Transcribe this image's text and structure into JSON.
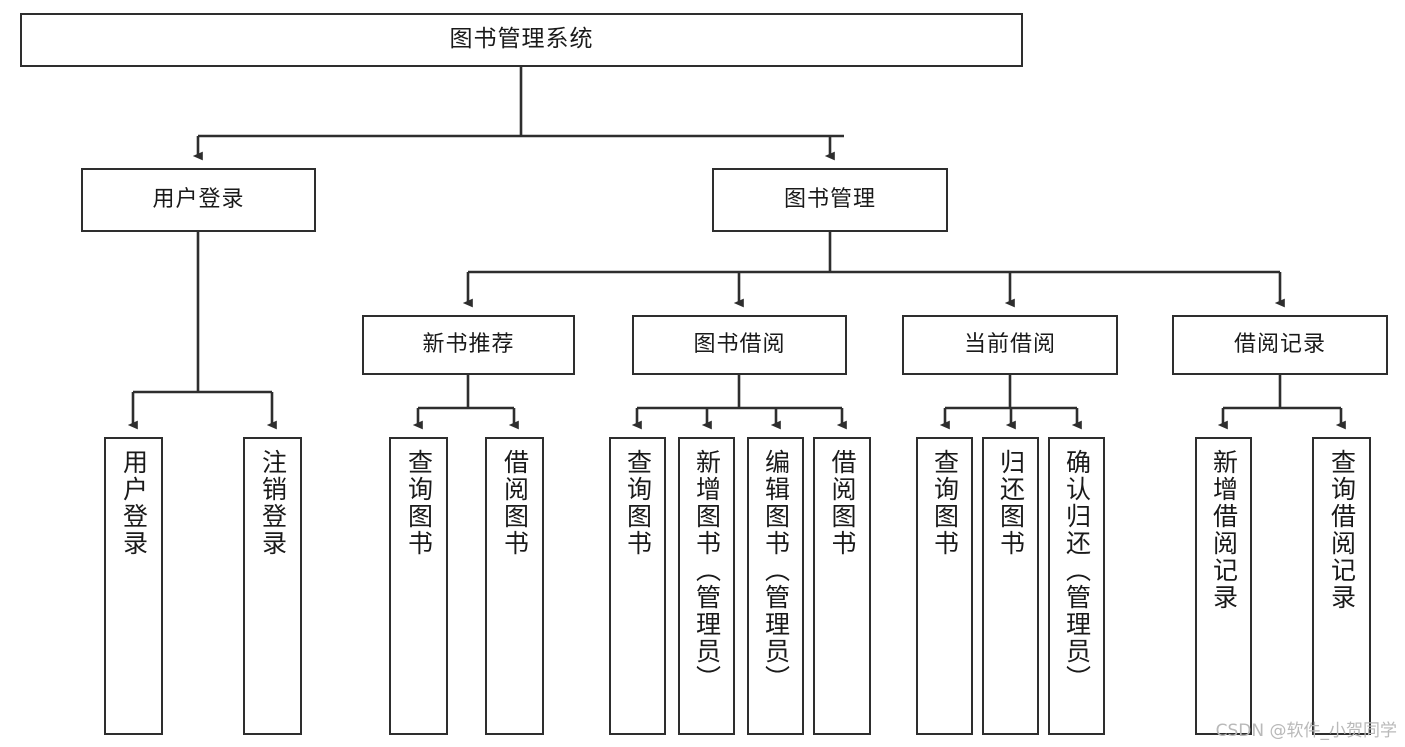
{
  "diagram": {
    "type": "tree",
    "title_node": "图书管理系统",
    "watermark": "CSDN @软件_小贺同学",
    "style": {
      "box_stroke": "#2e2e2e",
      "box_fill": "#ffffff",
      "line_color": "#333333",
      "text_color": "#1a1a1a",
      "watermark_color": "#b9b9b9"
    },
    "nodes": {
      "root": {
        "label": "图书管理系统"
      },
      "login": {
        "label": "用户登录"
      },
      "bookmgmt": {
        "label": "图书管理"
      },
      "newbooks": {
        "label": "新书推荐"
      },
      "borrow": {
        "label": "图书借阅"
      },
      "current": {
        "label": "当前借阅"
      },
      "records": {
        "label": "借阅记录"
      },
      "leaf_login_1": {
        "label": "用户登录"
      },
      "leaf_login_2": {
        "label": "注销登录"
      },
      "leaf_new_1": {
        "label": "查询图书"
      },
      "leaf_new_2": {
        "label": "借阅图书"
      },
      "leaf_borrow_1": {
        "label": "查询图书"
      },
      "leaf_borrow_2": {
        "label": "新增图书（管理员）"
      },
      "leaf_borrow_3": {
        "label": "编辑图书（管理员）"
      },
      "leaf_borrow_4": {
        "label": "借阅图书"
      },
      "leaf_cur_1": {
        "label": "查询图书"
      },
      "leaf_cur_2": {
        "label": "归还图书"
      },
      "leaf_cur_3": {
        "label": "确认归还（管理员）"
      },
      "leaf_rec_1": {
        "label": "新增借阅记录"
      },
      "leaf_rec_2": {
        "label": "查询借阅记录"
      }
    },
    "edges": [
      {
        "from": "root",
        "to": "login"
      },
      {
        "from": "root",
        "to": "bookmgmt"
      },
      {
        "from": "login",
        "to": "leaf_login_1"
      },
      {
        "from": "login",
        "to": "leaf_login_2"
      },
      {
        "from": "bookmgmt",
        "to": "newbooks"
      },
      {
        "from": "bookmgmt",
        "to": "borrow"
      },
      {
        "from": "bookmgmt",
        "to": "current"
      },
      {
        "from": "bookmgmt",
        "to": "records"
      },
      {
        "from": "newbooks",
        "to": "leaf_new_1"
      },
      {
        "from": "newbooks",
        "to": "leaf_new_2"
      },
      {
        "from": "borrow",
        "to": "leaf_borrow_1"
      },
      {
        "from": "borrow",
        "to": "leaf_borrow_2"
      },
      {
        "from": "borrow",
        "to": "leaf_borrow_3"
      },
      {
        "from": "borrow",
        "to": "leaf_borrow_4"
      },
      {
        "from": "current",
        "to": "leaf_cur_1"
      },
      {
        "from": "current",
        "to": "leaf_cur_2"
      },
      {
        "from": "current",
        "to": "leaf_cur_3"
      },
      {
        "from": "records",
        "to": "leaf_rec_1"
      },
      {
        "from": "records",
        "to": "leaf_rec_2"
      }
    ]
  }
}
